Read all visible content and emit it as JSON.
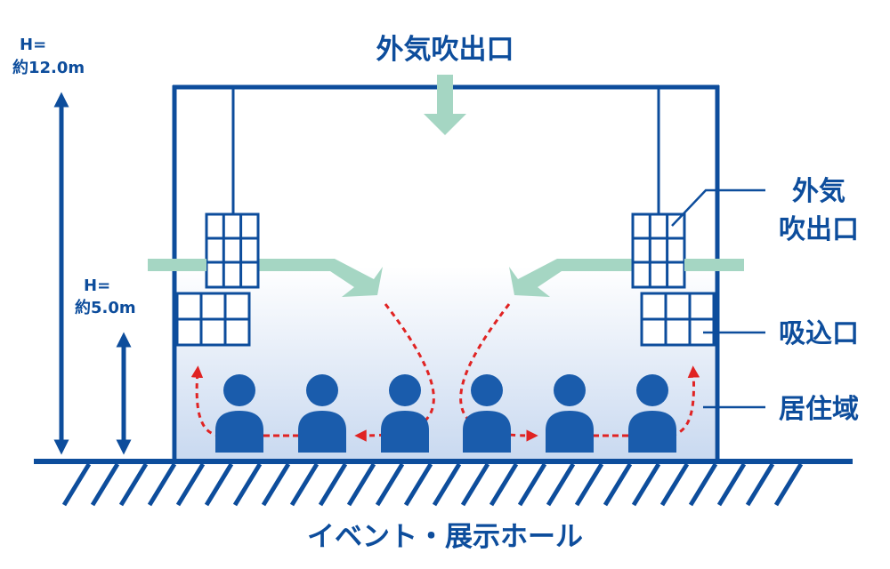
{
  "labels": {
    "height_total_prefix": "H=",
    "height_total_value": "約12.0m",
    "height_zone_prefix": "H=",
    "height_zone_value": "約5.0m",
    "top_outlet": "外気吹出口",
    "side_outlet_line1": "外気",
    "side_outlet_line2": "吹出口",
    "intake": "吸込口",
    "occupied_zone": "居住域",
    "hall_caption": "イベント・展示ホール"
  },
  "colors": {
    "structure": "#0d4d9c",
    "fresh_air": "#a5d6c3",
    "circulation": "#e02323",
    "zone_gradient_top": "#ffffff",
    "zone_gradient_bottom": "#c9d9f0"
  },
  "icons": {
    "occupant": "person-icon",
    "floor": "ground-hatch",
    "duct_grille": "grille-icon"
  }
}
